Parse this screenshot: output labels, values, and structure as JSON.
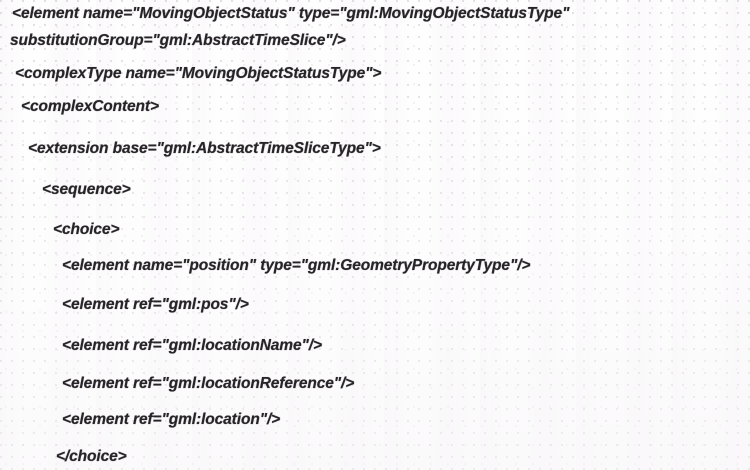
{
  "document": {
    "kind": "scanned-xml-schema-listing",
    "language": "XML Schema (XSD)",
    "text_color": "#262427",
    "background_color": "#ffffff"
  },
  "code_listing": {
    "lines": [
      {
        "indent": 0,
        "text": "<element name=\"MovingObjectStatus\" type=\"gml:MovingObjectStatusType\""
      },
      {
        "indent": 0,
        "text": "substitutionGroup=\"gml:AbstractTimeSlice\"/>"
      },
      {
        "indent": 0,
        "text": "<complexType name=\"MovingObjectStatusType\">"
      },
      {
        "indent": 1,
        "text": "<complexContent>"
      },
      {
        "indent": 2,
        "text": "<extension base=\"gml:AbstractTimeSliceType\">"
      },
      {
        "indent": 3,
        "text": "<sequence>"
      },
      {
        "indent": 4,
        "text": "<choice>"
      },
      {
        "indent": 5,
        "text": "<element name=\"position\" type=\"gml:GeometryPropertyType\"/>"
      },
      {
        "indent": 5,
        "text": "<element ref=\"gml:pos\"/>"
      },
      {
        "indent": 5,
        "text": "<element ref=\"gml:locationName\"/>"
      },
      {
        "indent": 5,
        "text": "<element ref=\"gml:locationReference\"/>"
      },
      {
        "indent": 5,
        "text": "<element ref=\"gml:location\"/>"
      },
      {
        "indent": 4,
        "text": "</choice>"
      }
    ]
  }
}
